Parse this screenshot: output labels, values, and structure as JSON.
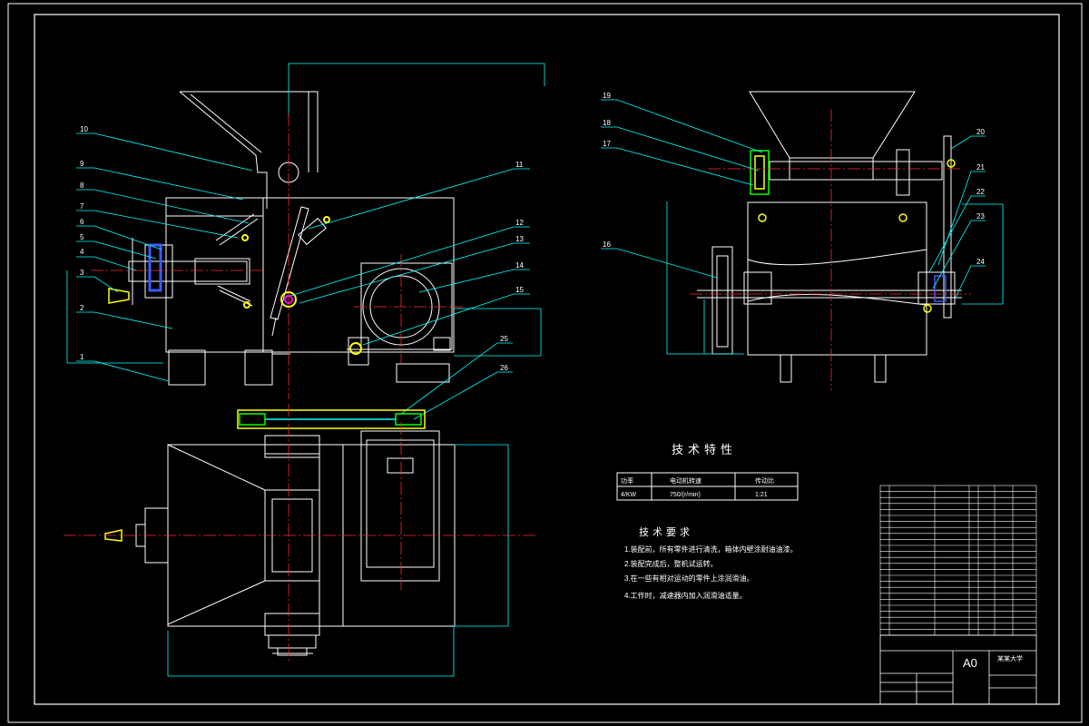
{
  "colors": {
    "background": "#000000",
    "outline": "#ffffff",
    "dimension": "#00ffff",
    "centerline": "#ff2a2a",
    "leader": "#00ffff",
    "highlight": "#ffff00",
    "green": "#00ff00",
    "blue": "#3c5aff",
    "magenta": "#ff00ff"
  },
  "callouts_left": {
    "n1": "1",
    "n2": "2",
    "n3": "3",
    "n4": "4",
    "n5": "5",
    "n6": "6",
    "n7": "7",
    "n8": "8",
    "n9": "9",
    "n10": "10",
    "n11": "11",
    "n12": "12",
    "n13": "13",
    "n14": "14",
    "n15": "15",
    "n25": "25",
    "n26": "26"
  },
  "callouts_right": {
    "n16": "16",
    "n17": "17",
    "n18": "18",
    "n19": "19",
    "n20": "20",
    "n21": "21",
    "n22": "22",
    "n23": "23",
    "n24": "24"
  },
  "spec": {
    "title": "技术特性",
    "headers": [
      "功率",
      "电动机转速",
      "传动比"
    ],
    "row": [
      "4/KW",
      "750/(r/min)",
      "1:21"
    ]
  },
  "requirements": {
    "title": "技术要求",
    "items": [
      "1.装配前，所有零件进行清洗，箱体内壁涂耐油油漆。",
      "2.装配完成后，整机试运转。",
      "3.在一些有相对运动的零件上涂润滑油。",
      "4.工作时，减速器内加入润滑油适量。"
    ]
  },
  "title_block": {
    "sheet_size": "A0",
    "school": "某某大学"
  }
}
